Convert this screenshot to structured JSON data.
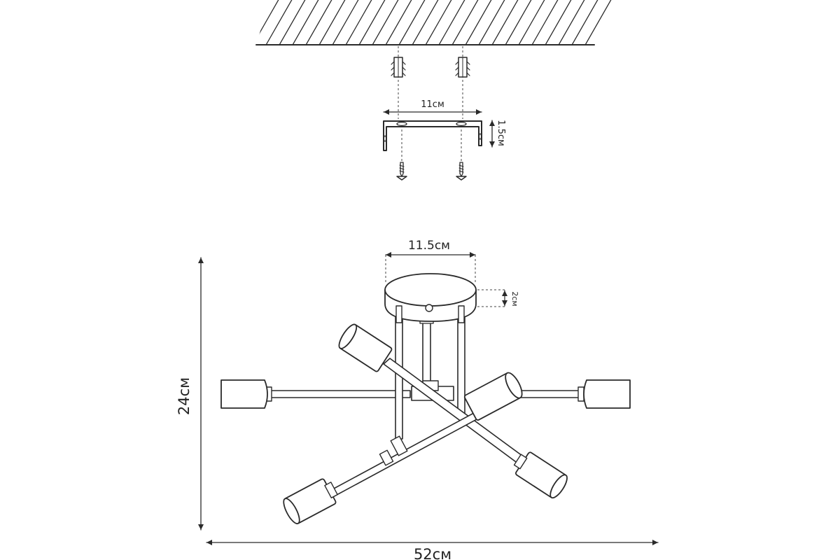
{
  "dimensions": {
    "bracket_width": "11см",
    "bracket_height": "1.5см",
    "canopy_width": "11.5см",
    "canopy_height": "2см",
    "total_height": "24см",
    "total_width": "52см"
  },
  "colors": {
    "line": "#2a2a2a",
    "background": "#ffffff"
  }
}
